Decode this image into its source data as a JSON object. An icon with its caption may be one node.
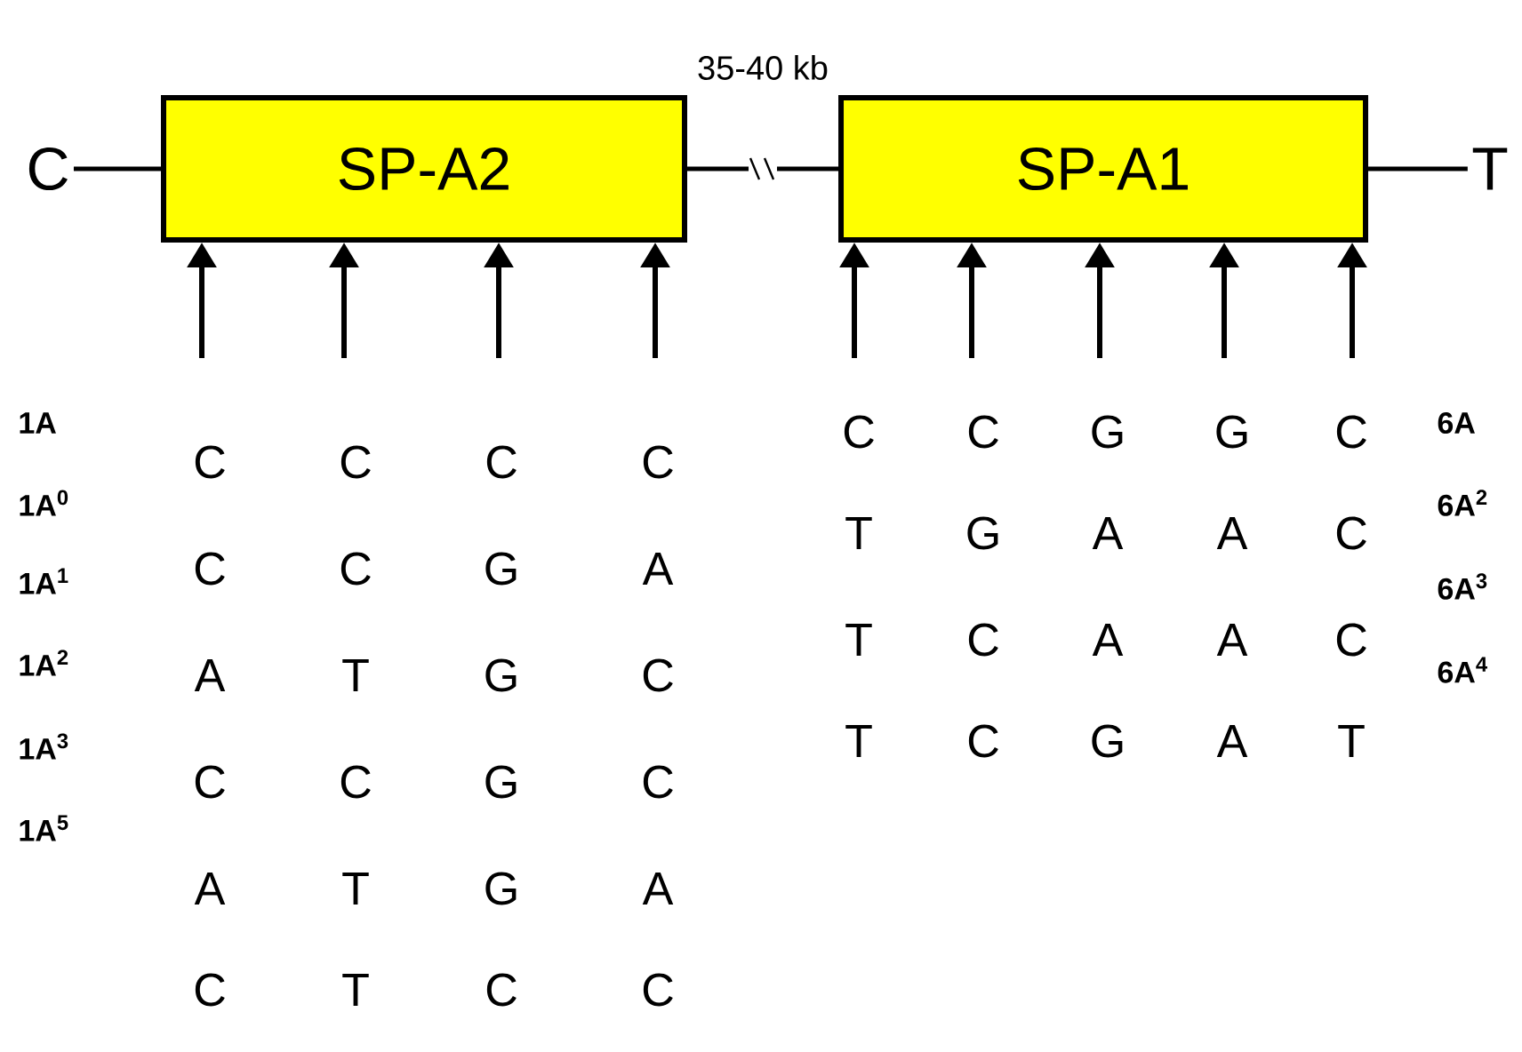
{
  "diagram": {
    "nodes": [
      {
        "text": [
          "C"
        ]
      },
      {
        "text": [
          "SP-A2"
        ]
      },
      {
        "text": [
          "SP-A1"
        ]
      },
      {
        "text": [
          "T"
        ]
      }
    ],
    "edges": [
      {
        "from": 0,
        "to": 1,
        "arrow": "none"
      },
      {
        "from": 1,
        "to": 2,
        "arrow": "none",
        "label": "35-40 kb"
      },
      {
        "from": 2,
        "to": 3,
        "arrow": "none"
      },
      {
        "from": null,
        "to": 1,
        "arrow": "to"
      },
      {
        "from": null,
        "to": 1,
        "arrow": "to"
      },
      {
        "from": null,
        "to": 1,
        "arrow": "to"
      },
      {
        "from": null,
        "to": 1,
        "arrow": "to"
      },
      {
        "from": null,
        "to": 2,
        "arrow": "to"
      },
      {
        "from": null,
        "to": 2,
        "arrow": "to"
      },
      {
        "from": null,
        "to": 2,
        "arrow": "to"
      },
      {
        "from": null,
        "to": 2,
        "arrow": "to"
      },
      {
        "from": null,
        "to": 2,
        "arrow": "to"
      }
    ],
    "labels": [
      "1A",
      "1A$^{0}$",
      "1A$^{1}$",
      "1A$^{2}$",
      "1A$^{3}$",
      "1A$^{5}$",
      "C",
      "C",
      "C",
      "C",
      "C",
      "C",
      "G",
      "A",
      "A",
      "T",
      "G",
      "C",
      "C",
      "C",
      "G",
      "C",
      "A",
      "T",
      "G",
      "A",
      "C",
      "T",
      "C",
      "C",
      "C",
      "C",
      "G",
      "G",
      "C",
      "T",
      "G",
      "A",
      "A",
      "C",
      "T",
      "C",
      "A",
      "A",
      "C",
      "T",
      "C",
      "G",
      "A",
      "T",
      "6A",
      "6A$^{2}$",
      "6A$^{3}$",
      "6A$^{4}$"
    ]
  }
}
